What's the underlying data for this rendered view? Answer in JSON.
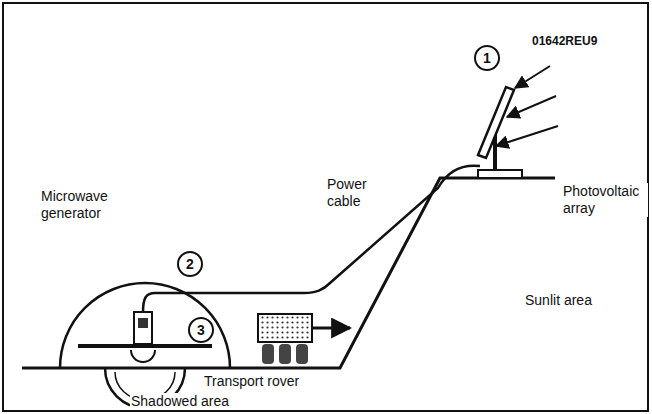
{
  "diagram": {
    "labels": [
      "01642REU9",
      "1",
      "Photovoltaic array",
      "Microwave generator",
      "Power cable",
      "2",
      "Sunlit area",
      "3",
      "Transport rover",
      "Shadowed area"
    ]
  }
}
